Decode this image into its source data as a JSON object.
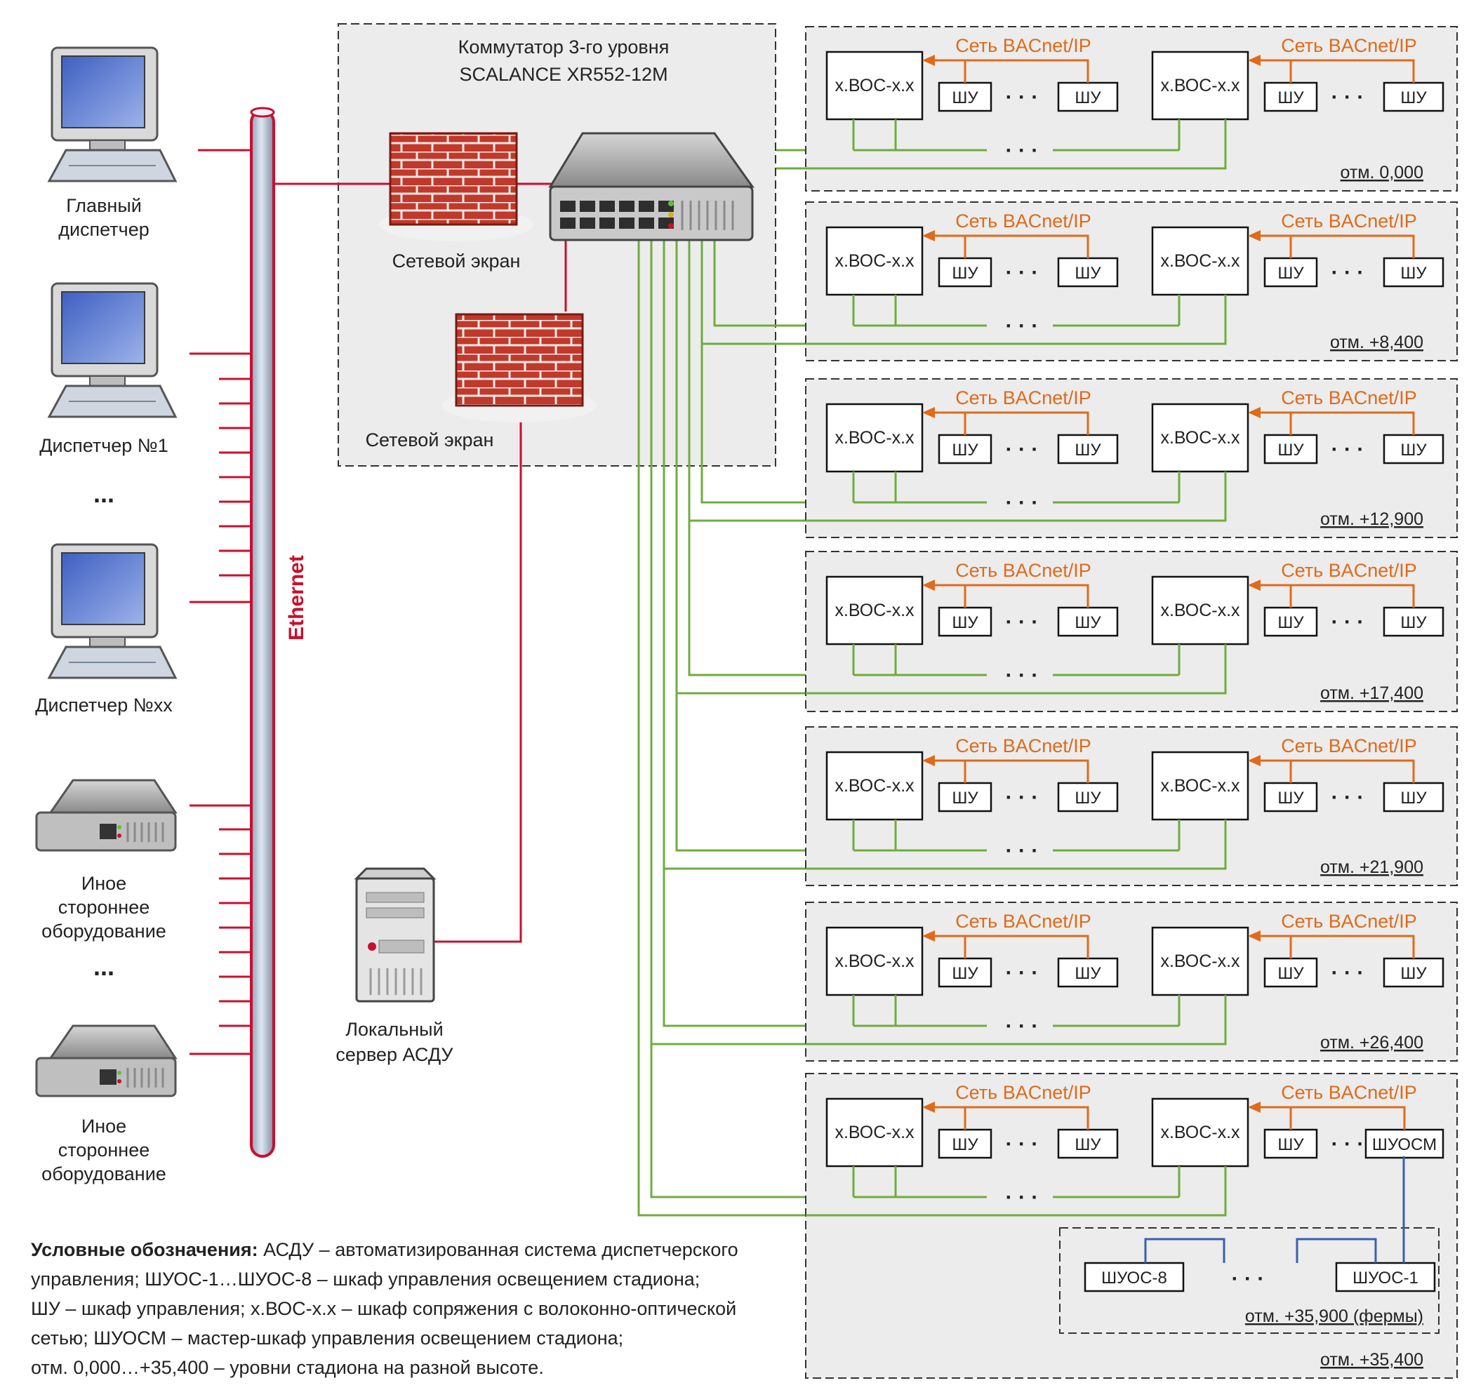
{
  "core": {
    "switch_title_line1": "Коммутатор 3-го уровня",
    "switch_title_line2": "SCALANCE XR552-12M",
    "firewall1_label": "Сетевой экран",
    "firewall2_label": "Сетевой экран",
    "server_label_line1": "Локальный",
    "server_label_line2": "сервер АСДУ",
    "ethernet_label": "Ethernet"
  },
  "left_devices": [
    {
      "kind": "pc",
      "label_lines": [
        "Главный",
        "диспетчер"
      ]
    },
    {
      "kind": "pc",
      "label_lines": [
        "Диспетчер №1"
      ]
    },
    {
      "kind": "ellipsis",
      "label_lines": [
        "..."
      ]
    },
    {
      "kind": "pc",
      "label_lines": [
        "Диспетчер №xx"
      ]
    },
    {
      "kind": "equipment",
      "label_lines": [
        "Иное",
        "стороннее",
        "оборудование"
      ]
    },
    {
      "kind": "ellipsis",
      "label_lines": [
        "..."
      ]
    },
    {
      "kind": "equipment",
      "label_lines": [
        "Иное",
        "стороннее",
        "оборудование"
      ]
    }
  ],
  "levels": [
    {
      "elevation": "отм. 0,000"
    },
    {
      "elevation": "отм. +8,400"
    },
    {
      "elevation": "отм. +12,900"
    },
    {
      "elevation": "отм. +17,400"
    },
    {
      "elevation": "отм. +21,900"
    },
    {
      "elevation": "отм. +26,400"
    },
    {
      "elevation": "отм. +35,400"
    }
  ],
  "level_labels": {
    "converter": "x.ВОС-x.x",
    "network": "Сеть BACnet/IP",
    "cabinet": "ШУ",
    "master_cabinet": "ШУОСМ",
    "ellipsis": "· · ·"
  },
  "truss_level": {
    "elevation": "отм. +35,900 (фермы)",
    "cabinet_first": "ШУОС-8",
    "cabinet_last": "ШУОС-1"
  },
  "legend": {
    "heading": "Условные обозначения:",
    "line1": " АСДУ – автоматизированная система диспетчерского",
    "line2": "управления; ШУОС-1…ШУОС-8 – шкаф управления освещением стадиона;",
    "line3": "ШУ – шкаф управления; x.ВОС-x.x – шкаф сопряжения с волоконно-оптической",
    "line4": "сетью; ШУОСМ – мастер-шкаф управления освещением стадиона;",
    "line5": "отм. 0,000…+35,400 – уровни стадиона на разной высоте."
  },
  "colors": {
    "ethernet_red": "#c8102e",
    "fiber_green": "#6fac3e",
    "bacnet_orange": "#e06a1a",
    "lighting_blue": "#3a5fb0",
    "panel_gray": "#ececec",
    "firewall_brick": "#c0392b"
  },
  "icons": [
    "desktop-computer-icon",
    "network-switch-icon",
    "firewall-icon",
    "tower-server-icon",
    "equipment-box-icon"
  ]
}
